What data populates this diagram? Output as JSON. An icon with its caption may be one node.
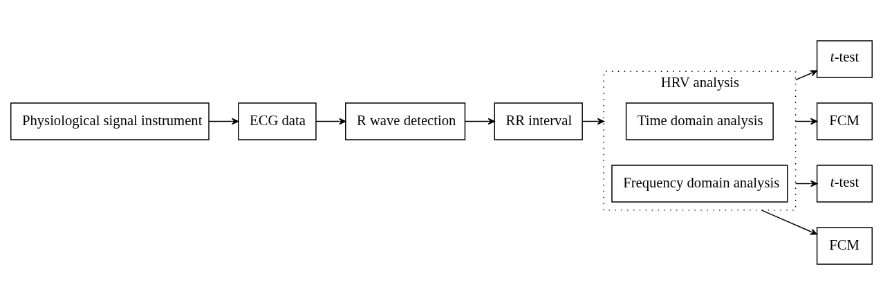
{
  "diagram": {
    "nodes": [
      {
        "text": [
          "Physiological signal instrument"
        ]
      },
      {
        "text": [
          "ECG data"
        ]
      },
      {
        "text": [
          "R wave detection"
        ]
      },
      {
        "text": [
          "RR interval"
        ]
      },
      {
        "text": [
          "HRV analysis"
        ]
      },
      {
        "text": [
          "Time domain analysis"
        ],
        "in": 4
      },
      {
        "text": [
          "Frequency domain analysis"
        ],
        "in": 4
      },
      {
        "text": [
          "*t*-test"
        ]
      },
      {
        "text": [
          "FCM"
        ]
      },
      {
        "text": [
          "*t*-test"
        ]
      },
      {
        "text": [
          "FCM"
        ]
      }
    ],
    "edges": [
      {
        "from": 0,
        "to": 1,
        "arrow": "to"
      },
      {
        "from": 1,
        "to": 2,
        "arrow": "to"
      },
      {
        "from": 2,
        "to": 3,
        "arrow": "to"
      },
      {
        "from": 3,
        "to": 4,
        "arrow": "to"
      },
      {
        "from": 4,
        "to": 7,
        "arrow": "to"
      },
      {
        "from": 4,
        "to": 8,
        "arrow": "to"
      },
      {
        "from": 4,
        "to": 9,
        "arrow": "to"
      },
      {
        "from": 4,
        "to": 10,
        "arrow": "to"
      }
    ]
  }
}
